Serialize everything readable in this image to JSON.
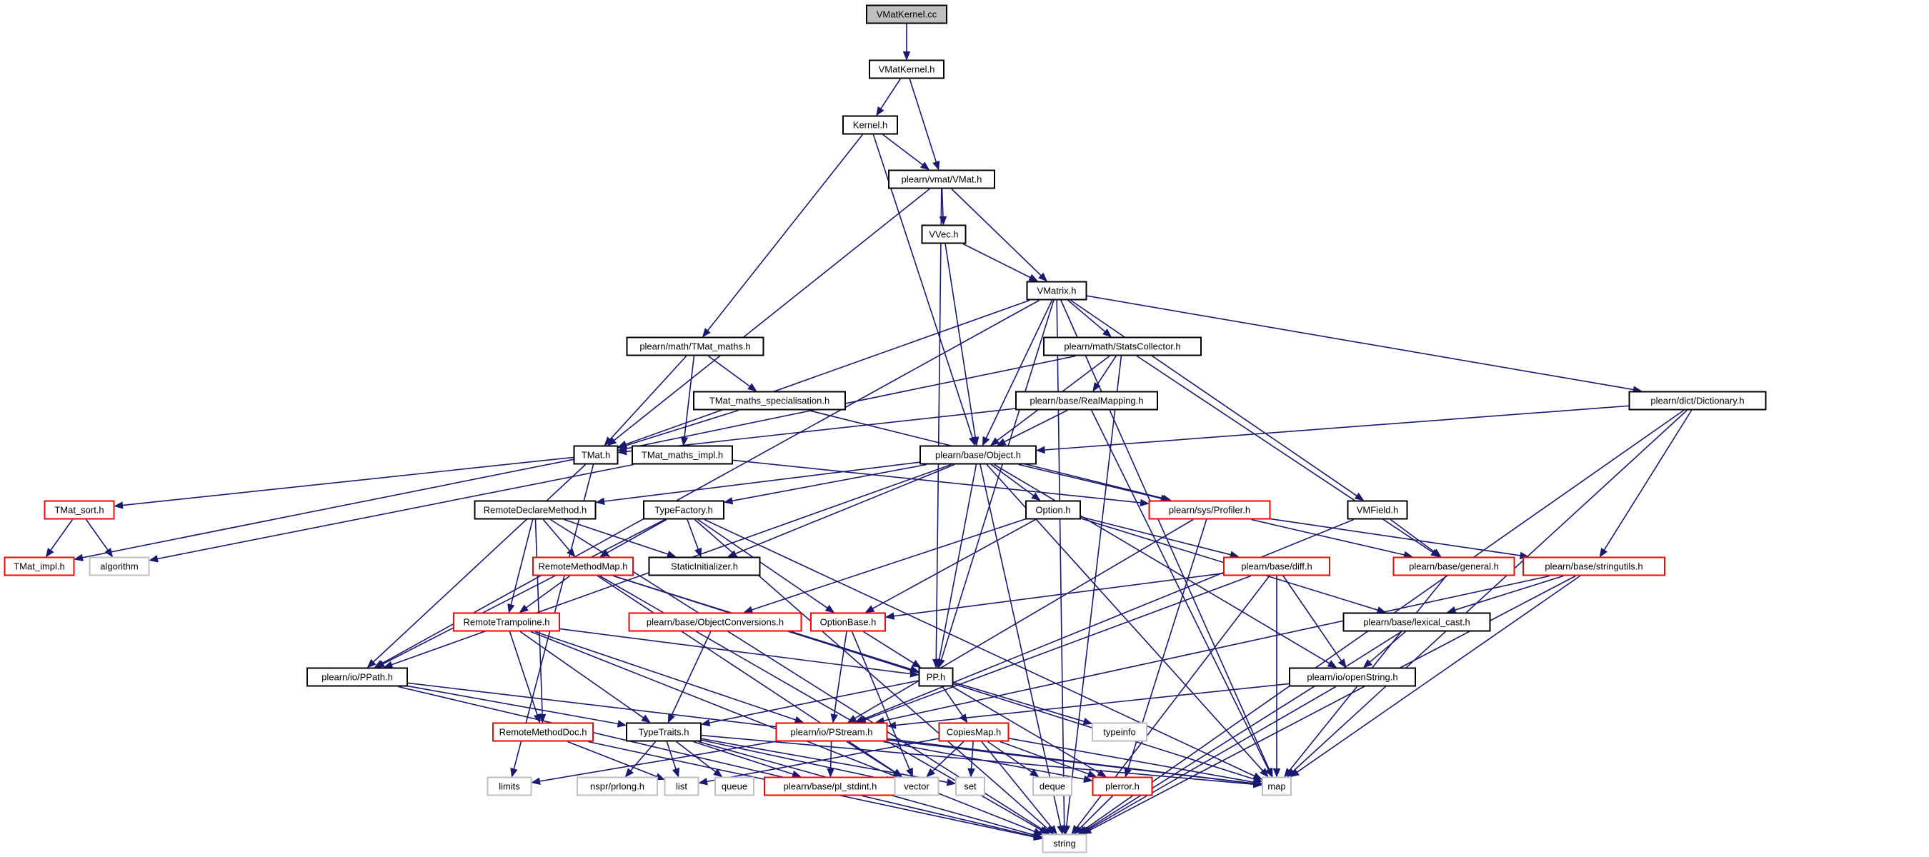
{
  "graph": {
    "colors": {
      "edge": "#191970",
      "root_fill": "#bfbfbf",
      "border_black": "#000000",
      "border_red": "#ff0000",
      "border_gray": "#bfbfbf"
    },
    "nodes": [
      {
        "id": "vmatkernel_cc",
        "label": "VMatKernel.cc",
        "style": "root"
      },
      {
        "id": "vmatkernel_h",
        "label": "VMatKernel.h",
        "style": "black"
      },
      {
        "id": "kernel_h",
        "label": "Kernel.h",
        "style": "black"
      },
      {
        "id": "vmat_h",
        "label": "plearn/vmat/VMat.h",
        "style": "black"
      },
      {
        "id": "vvec_h",
        "label": "VVec.h",
        "style": "black"
      },
      {
        "id": "vmatrix_h",
        "label": "VMatrix.h",
        "style": "black"
      },
      {
        "id": "tmat_maths_h",
        "label": "plearn/math/TMat_maths.h",
        "style": "black"
      },
      {
        "id": "statscollector_h",
        "label": "plearn/math/StatsCollector.h",
        "style": "black"
      },
      {
        "id": "tmat_spec_h",
        "label": "TMat_maths_specialisation.h",
        "style": "black"
      },
      {
        "id": "realmapping_h",
        "label": "plearn/base/RealMapping.h",
        "style": "black"
      },
      {
        "id": "dictionary_h",
        "label": "plearn/dict/Dictionary.h",
        "style": "black"
      },
      {
        "id": "tmat_h",
        "label": "TMat.h",
        "style": "black"
      },
      {
        "id": "tmat_maths_impl_h",
        "label": "TMat_maths_impl.h",
        "style": "black"
      },
      {
        "id": "object_h",
        "label": "plearn/base/Object.h",
        "style": "black"
      },
      {
        "id": "tmat_sort_h",
        "label": "TMat_sort.h",
        "style": "red"
      },
      {
        "id": "remotedeclaremethod_h",
        "label": "RemoteDeclareMethod.h",
        "style": "black"
      },
      {
        "id": "typefactory_h",
        "label": "TypeFactory.h",
        "style": "black"
      },
      {
        "id": "option_h",
        "label": "Option.h",
        "style": "black"
      },
      {
        "id": "profiler_h",
        "label": "plearn/sys/Profiler.h",
        "style": "red"
      },
      {
        "id": "vmfield_h",
        "label": "VMField.h",
        "style": "black"
      },
      {
        "id": "tmat_impl_h",
        "label": "TMat_impl.h",
        "style": "red"
      },
      {
        "id": "algorithm",
        "label": "algorithm",
        "style": "gray"
      },
      {
        "id": "remotemethodmap_h",
        "label": "RemoteMethodMap.h",
        "style": "red"
      },
      {
        "id": "staticinitializer_h",
        "label": "StaticInitializer.h",
        "style": "black"
      },
      {
        "id": "diff_h",
        "label": "plearn/base/diff.h",
        "style": "red"
      },
      {
        "id": "general_h",
        "label": "plearn/base/general.h",
        "style": "red"
      },
      {
        "id": "stringutils_h",
        "label": "plearn/base/stringutils.h",
        "style": "red"
      },
      {
        "id": "objectconversions_h",
        "label": "plearn/base/ObjectConversions.h",
        "style": "red"
      },
      {
        "id": "optionbase_h",
        "label": "OptionBase.h",
        "style": "red"
      },
      {
        "id": "remotetrampoline_h",
        "label": "RemoteTrampoline.h",
        "style": "red"
      },
      {
        "id": "lexical_cast_h",
        "label": "plearn/base/lexical_cast.h",
        "style": "black"
      },
      {
        "id": "ppath_h",
        "label": "plearn/io/PPath.h",
        "style": "black"
      },
      {
        "id": "pp_h",
        "label": "PP.h",
        "style": "black"
      },
      {
        "id": "openstring_h",
        "label": "plearn/io/openString.h",
        "style": "black"
      },
      {
        "id": "remotemethoddoc_h",
        "label": "RemoteMethodDoc.h",
        "style": "red"
      },
      {
        "id": "typetraits_h",
        "label": "TypeTraits.h",
        "style": "black"
      },
      {
        "id": "pstream_h",
        "label": "plearn/io/PStream.h",
        "style": "red"
      },
      {
        "id": "copiesmap_h",
        "label": "CopiesMap.h",
        "style": "red"
      },
      {
        "id": "typeinfo",
        "label": "typeinfo",
        "style": "gray"
      },
      {
        "id": "limits",
        "label": "limits",
        "style": "gray"
      },
      {
        "id": "nspr_prlong_h",
        "label": "nspr/prlong.h",
        "style": "gray"
      },
      {
        "id": "list",
        "label": "list",
        "style": "gray"
      },
      {
        "id": "queue",
        "label": "queue",
        "style": "gray"
      },
      {
        "id": "pl_stdint_h",
        "label": "plearn/base/pl_stdint.h",
        "style": "red"
      },
      {
        "id": "vector",
        "label": "vector",
        "style": "gray"
      },
      {
        "id": "set",
        "label": "set",
        "style": "gray"
      },
      {
        "id": "deque",
        "label": "deque",
        "style": "gray"
      },
      {
        "id": "plerror_h",
        "label": "plerror.h",
        "style": "red"
      },
      {
        "id": "map",
        "label": "map",
        "style": "gray"
      },
      {
        "id": "string",
        "label": "string",
        "style": "gray"
      }
    ],
    "edges": [
      [
        "vmatkernel_cc",
        "vmatkernel_h"
      ],
      [
        "vmatkernel_h",
        "kernel_h"
      ],
      [
        "vmatkernel_h",
        "vmat_h"
      ],
      [
        "kernel_h",
        "vmat_h"
      ],
      [
        "kernel_h",
        "tmat_maths_h"
      ],
      [
        "kernel_h",
        "object_h"
      ],
      [
        "vmat_h",
        "vvec_h"
      ],
      [
        "vmat_h",
        "vmatrix_h"
      ],
      [
        "vmat_h",
        "tmat_h"
      ],
      [
        "vmat_h",
        "pp_h"
      ],
      [
        "vvec_h",
        "vmatrix_h"
      ],
      [
        "vvec_h",
        "object_h"
      ],
      [
        "vmatrix_h",
        "tmat_h"
      ],
      [
        "vmatrix_h",
        "statscollector_h"
      ],
      [
        "vmatrix_h",
        "dictionary_h"
      ],
      [
        "vmatrix_h",
        "object_h"
      ],
      [
        "vmatrix_h",
        "vmfield_h"
      ],
      [
        "vmatrix_h",
        "ppath_h"
      ],
      [
        "vmatrix_h",
        "pp_h"
      ],
      [
        "vmatrix_h",
        "map"
      ],
      [
        "vmatrix_h",
        "string"
      ],
      [
        "tmat_maths_h",
        "tmat_spec_h"
      ],
      [
        "tmat_maths_h",
        "tmat_h"
      ],
      [
        "tmat_maths_h",
        "tmat_maths_impl_h"
      ],
      [
        "tmat_spec_h",
        "tmat_h"
      ],
      [
        "tmat_spec_h",
        "profiler_h"
      ],
      [
        "statscollector_h",
        "realmapping_h"
      ],
      [
        "statscollector_h",
        "tmat_h"
      ],
      [
        "statscollector_h",
        "object_h"
      ],
      [
        "statscollector_h",
        "general_h"
      ],
      [
        "statscollector_h",
        "string"
      ],
      [
        "realmapping_h",
        "tmat_h"
      ],
      [
        "realmapping_h",
        "object_h"
      ],
      [
        "realmapping_h",
        "map"
      ],
      [
        "dictionary_h",
        "object_h"
      ],
      [
        "dictionary_h",
        "stringutils_h"
      ],
      [
        "dictionary_h",
        "map"
      ],
      [
        "dictionary_h",
        "string"
      ],
      [
        "tmat_h",
        "tmat_sort_h"
      ],
      [
        "tmat_h",
        "tmat_impl_h"
      ],
      [
        "tmat_h",
        "ppath_h"
      ],
      [
        "tmat_h",
        "limits"
      ],
      [
        "tmat_maths_impl_h",
        "algorithm"
      ],
      [
        "tmat_maths_impl_h",
        "profiler_h"
      ],
      [
        "tmat_sort_h",
        "tmat_impl_h"
      ],
      [
        "tmat_sort_h",
        "algorithm"
      ],
      [
        "object_h",
        "remotedeclaremethod_h"
      ],
      [
        "object_h",
        "typefactory_h"
      ],
      [
        "object_h",
        "option_h"
      ],
      [
        "object_h",
        "profiler_h"
      ],
      [
        "object_h",
        "staticinitializer_h"
      ],
      [
        "object_h",
        "ppath_h"
      ],
      [
        "object_h",
        "pp_h"
      ],
      [
        "object_h",
        "openstring_h"
      ],
      [
        "object_h",
        "map"
      ],
      [
        "object_h",
        "string"
      ],
      [
        "remotedeclaremethod_h",
        "remotemethodmap_h"
      ],
      [
        "remotedeclaremethod_h",
        "remotetrampoline_h"
      ],
      [
        "remotedeclaremethod_h",
        "remotemethoddoc_h"
      ],
      [
        "remotedeclaremethod_h",
        "staticinitializer_h"
      ],
      [
        "remotedeclaremethod_h",
        "string"
      ],
      [
        "typefactory_h",
        "remotemethodmap_h"
      ],
      [
        "typefactory_h",
        "staticinitializer_h"
      ],
      [
        "typefactory_h",
        "optionbase_h"
      ],
      [
        "typefactory_h",
        "ppath_h"
      ],
      [
        "typefactory_h",
        "map"
      ],
      [
        "typefactory_h",
        "string"
      ],
      [
        "option_h",
        "objectconversions_h"
      ],
      [
        "option_h",
        "optionbase_h"
      ],
      [
        "option_h",
        "diff_h"
      ],
      [
        "option_h",
        "lexical_cast_h"
      ],
      [
        "profiler_h",
        "general_h"
      ],
      [
        "profiler_h",
        "stringutils_h"
      ],
      [
        "profiler_h",
        "pstream_h"
      ],
      [
        "profiler_h",
        "plerror_h"
      ],
      [
        "vmfield_h",
        "general_h"
      ],
      [
        "vmfield_h",
        "pstream_h"
      ],
      [
        "remotemethodmap_h",
        "remotetrampoline_h"
      ],
      [
        "remotemethodmap_h",
        "pp_h"
      ],
      [
        "remotemethodmap_h",
        "map"
      ],
      [
        "remotemethodmap_h",
        "vector"
      ],
      [
        "remotemethodmap_h",
        "string"
      ],
      [
        "diff_h",
        "optionbase_h"
      ],
      [
        "diff_h",
        "openstring_h"
      ],
      [
        "diff_h",
        "pstream_h"
      ],
      [
        "diff_h",
        "map"
      ],
      [
        "diff_h",
        "string"
      ],
      [
        "general_h",
        "map"
      ],
      [
        "stringutils_h",
        "lexical_cast_h"
      ],
      [
        "stringutils_h",
        "pstream_h"
      ],
      [
        "stringutils_h",
        "map"
      ],
      [
        "stringutils_h",
        "string"
      ],
      [
        "objectconversions_h",
        "typetraits_h"
      ],
      [
        "optionbase_h",
        "pp_h"
      ],
      [
        "optionbase_h",
        "pstream_h"
      ],
      [
        "optionbase_h",
        "vector"
      ],
      [
        "remotetrampoline_h",
        "pp_h"
      ],
      [
        "remotetrampoline_h",
        "remotemethoddoc_h"
      ],
      [
        "remotetrampoline_h",
        "typetraits_h"
      ],
      [
        "remotetrampoline_h",
        "pstream_h"
      ],
      [
        "remotetrampoline_h",
        "string"
      ],
      [
        "lexical_cast_h",
        "openstring_h"
      ],
      [
        "lexical_cast_h",
        "string"
      ],
      [
        "ppath_h",
        "typetraits_h"
      ],
      [
        "ppath_h",
        "map"
      ],
      [
        "ppath_h",
        "string"
      ],
      [
        "pp_h",
        "typetraits_h"
      ],
      [
        "pp_h",
        "copiesmap_h"
      ],
      [
        "pp_h",
        "typeinfo"
      ],
      [
        "pp_h",
        "plerror_h"
      ],
      [
        "openstring_h",
        "pstream_h"
      ],
      [
        "openstring_h",
        "string"
      ],
      [
        "remotemethoddoc_h",
        "list"
      ],
      [
        "remotemethoddoc_h",
        "string"
      ],
      [
        "typetraits_h",
        "nspr_prlong_h"
      ],
      [
        "typetraits_h",
        "list"
      ],
      [
        "typetraits_h",
        "queue"
      ],
      [
        "typetraits_h",
        "pl_stdint_h"
      ],
      [
        "typetraits_h",
        "vector"
      ],
      [
        "typetraits_h",
        "set"
      ],
      [
        "typetraits_h",
        "map"
      ],
      [
        "typetraits_h",
        "string"
      ],
      [
        "pstream_h",
        "pl_stdint_h"
      ],
      [
        "pstream_h",
        "vector"
      ],
      [
        "pstream_h",
        "plerror_h"
      ],
      [
        "pstream_h",
        "map"
      ],
      [
        "pstream_h",
        "limits"
      ],
      [
        "copiesmap_h",
        "list"
      ],
      [
        "copiesmap_h",
        "vector"
      ],
      [
        "copiesmap_h",
        "set"
      ],
      [
        "copiesmap_h",
        "deque"
      ],
      [
        "copiesmap_h",
        "plerror_h"
      ],
      [
        "copiesmap_h",
        "map"
      ],
      [
        "copiesmap_h",
        "string"
      ],
      [
        "plerror_h",
        "string"
      ]
    ]
  }
}
